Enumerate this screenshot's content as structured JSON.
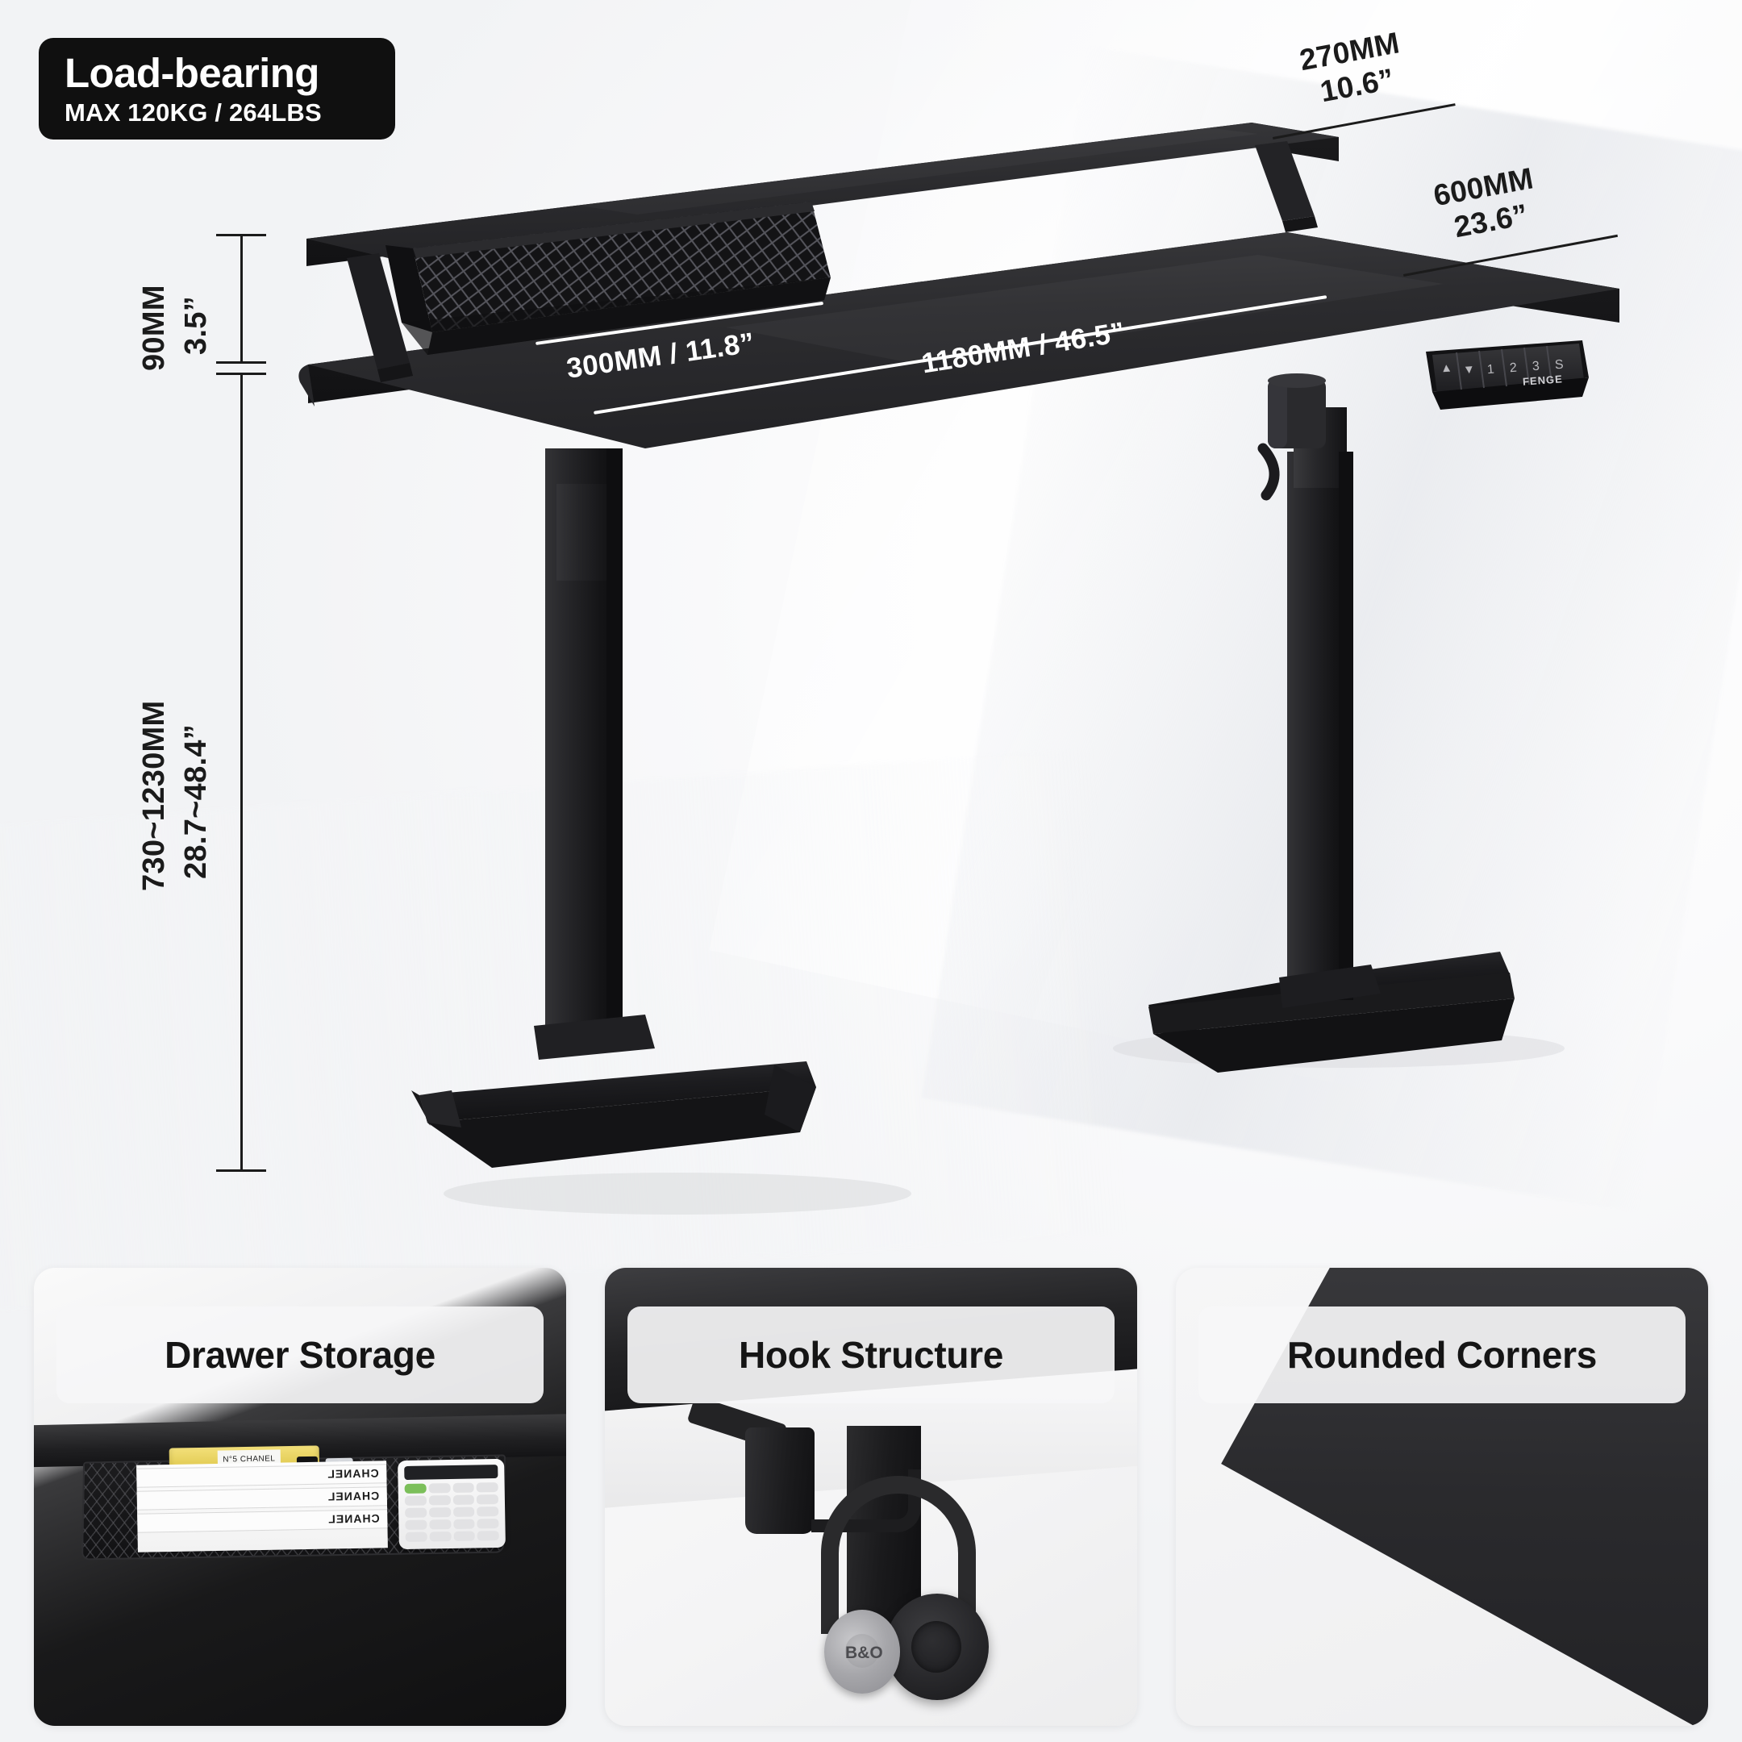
{
  "badge": {
    "title": "Load-bearing",
    "subtitle": "MAX 120KG / 264LBS"
  },
  "dimensions": {
    "shelf_depth": {
      "mm": "270MM",
      "inch": "10.6”"
    },
    "desk_depth": {
      "mm": "600MM",
      "inch": "23.6”"
    },
    "shelf_height": {
      "mm": "90MM",
      "inch": "3.5”"
    },
    "height_range": {
      "mm": "730~1230MM",
      "inch": "28.7~48.4”"
    },
    "drawer_width": "300MM / 11.8”",
    "desk_width": "1180MM / 46.5”"
  },
  "control_panel": {
    "buttons": [
      "▲",
      "▼",
      "1",
      "2",
      "3",
      "S"
    ],
    "brand": "FENGE"
  },
  "panels": [
    {
      "title": "Drawer Storage",
      "items": [
        "CHANEL",
        "CHANEL",
        "CHANEL"
      ],
      "bottle_label": "N°5 CHANEL"
    },
    {
      "title": "Hook Structure",
      "headphone_brand": "B&O"
    },
    {
      "title": "Rounded Corners"
    }
  ],
  "colors": {
    "badge_bg": "#101010",
    "desk_black": "#232325",
    "background": "#f5f6f8",
    "text_dark": "#1b1b1b",
    "text_light": "#ffffff"
  }
}
